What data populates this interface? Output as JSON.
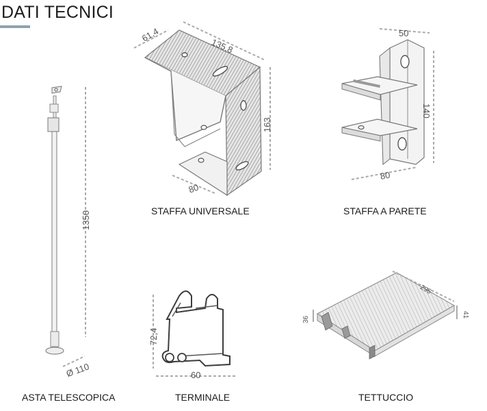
{
  "header": {
    "title": "DATI TECNICI",
    "accent_color": "#8fa3ad"
  },
  "items": [
    {
      "caption": "STAFFA UNIVERSALE",
      "dims": {
        "a": "61,4",
        "b": "135,8",
        "c": "163",
        "d": "80"
      }
    },
    {
      "caption": "STAFFA A PARETE",
      "dims": {
        "a": "50",
        "b": "140",
        "c": "80"
      }
    },
    {
      "caption": "ASTA TELESCOPICA",
      "dims": {
        "h": "1350",
        "d": "Ø 110"
      }
    },
    {
      "caption": "TERMINALE",
      "dims": {
        "h": "72,4",
        "w": "60"
      }
    },
    {
      "caption": "TETTUCCIO",
      "dims": {
        "a": "296",
        "b": "36",
        "c": "41"
      }
    }
  ],
  "colors": {
    "line": "#8a8a8a",
    "dim_line": "#9a9a9a",
    "metal_fill": "#f2f2f2",
    "metal_dark": "#6e6e6e"
  }
}
